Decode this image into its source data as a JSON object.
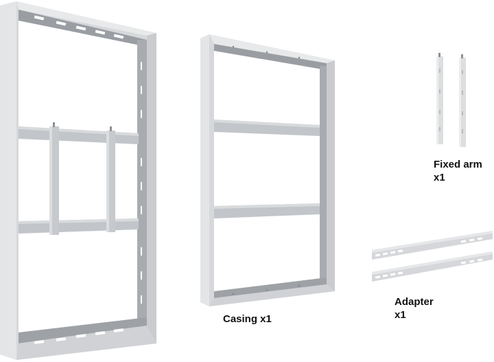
{
  "image": {
    "description": "Product component photo: wall mount casing kit for portrait display",
    "background": "#ffffff"
  },
  "colors": {
    "frame_light": "#e2e3e5",
    "frame_face": "#d3d5d8",
    "frame_shadow": "#b4b7bb",
    "inner_dark": "#8f9398",
    "rail": "#c3c6ca",
    "slot": "#ffffff",
    "text": "#111111"
  },
  "items": [
    {
      "id": "assembled-frame",
      "label_lines": []
    },
    {
      "id": "casing",
      "label_lines": [
        "Casing x1"
      ]
    },
    {
      "id": "fixed-arm",
      "label_lines": [
        "Fixed arm",
        "x1"
      ]
    },
    {
      "id": "adapter",
      "label_lines": [
        "Adapter",
        "x1"
      ]
    }
  ],
  "labels": {
    "casing": "Casing x1",
    "fixed_arm_name": "Fixed arm",
    "fixed_arm_qty": "x1",
    "adapter_name": "Adapter",
    "adapter_qty": "x1"
  }
}
